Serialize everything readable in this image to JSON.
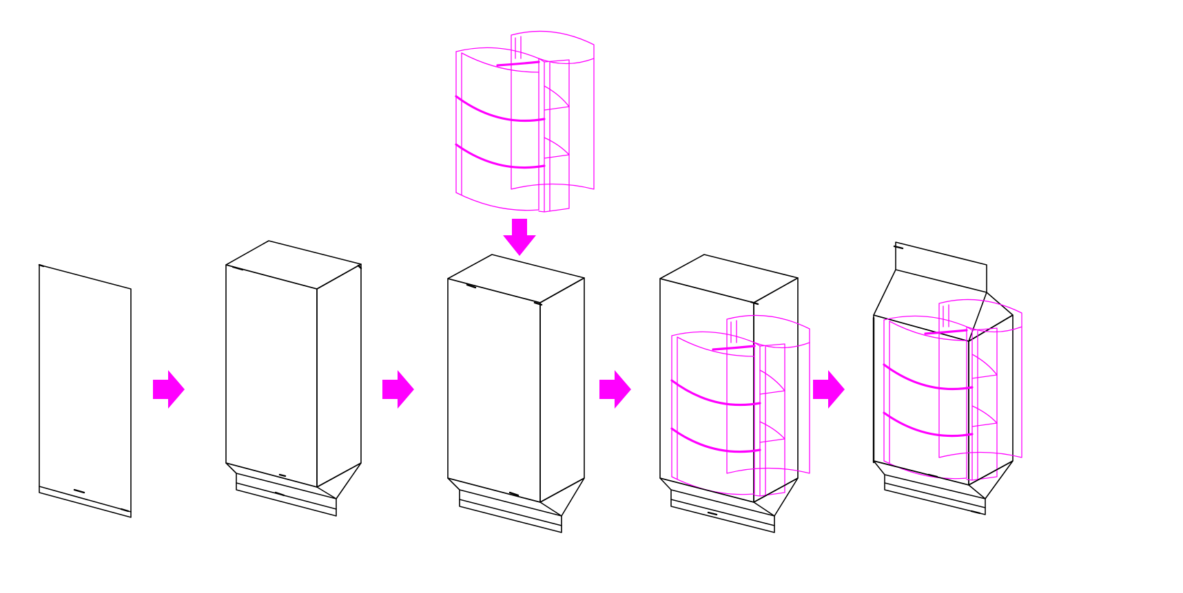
{
  "colors": {
    "outline": "#000000",
    "insert": "#ff00ff",
    "arrow": "#ff00ff",
    "background": "#ffffff"
  },
  "steps": [
    {
      "id": "flat-film",
      "shows_insert": false
    },
    {
      "id": "formed-bag",
      "shows_insert": false
    },
    {
      "id": "bag-receiving-insert",
      "shows_insert": true
    },
    {
      "id": "insert-placed",
      "shows_insert": true
    },
    {
      "id": "bag-sealed",
      "shows_insert": true
    }
  ],
  "arrows": [
    {
      "id": "arrow-1",
      "direction": "right"
    },
    {
      "id": "arrow-2",
      "direction": "right"
    },
    {
      "id": "arrow-3",
      "direction": "right"
    },
    {
      "id": "arrow-4",
      "direction": "right"
    },
    {
      "id": "arrow-insert-down",
      "direction": "down"
    }
  ],
  "icons": {
    "step_arrow": "right-arrow-icon",
    "drop_arrow": "down-arrow-icon"
  }
}
